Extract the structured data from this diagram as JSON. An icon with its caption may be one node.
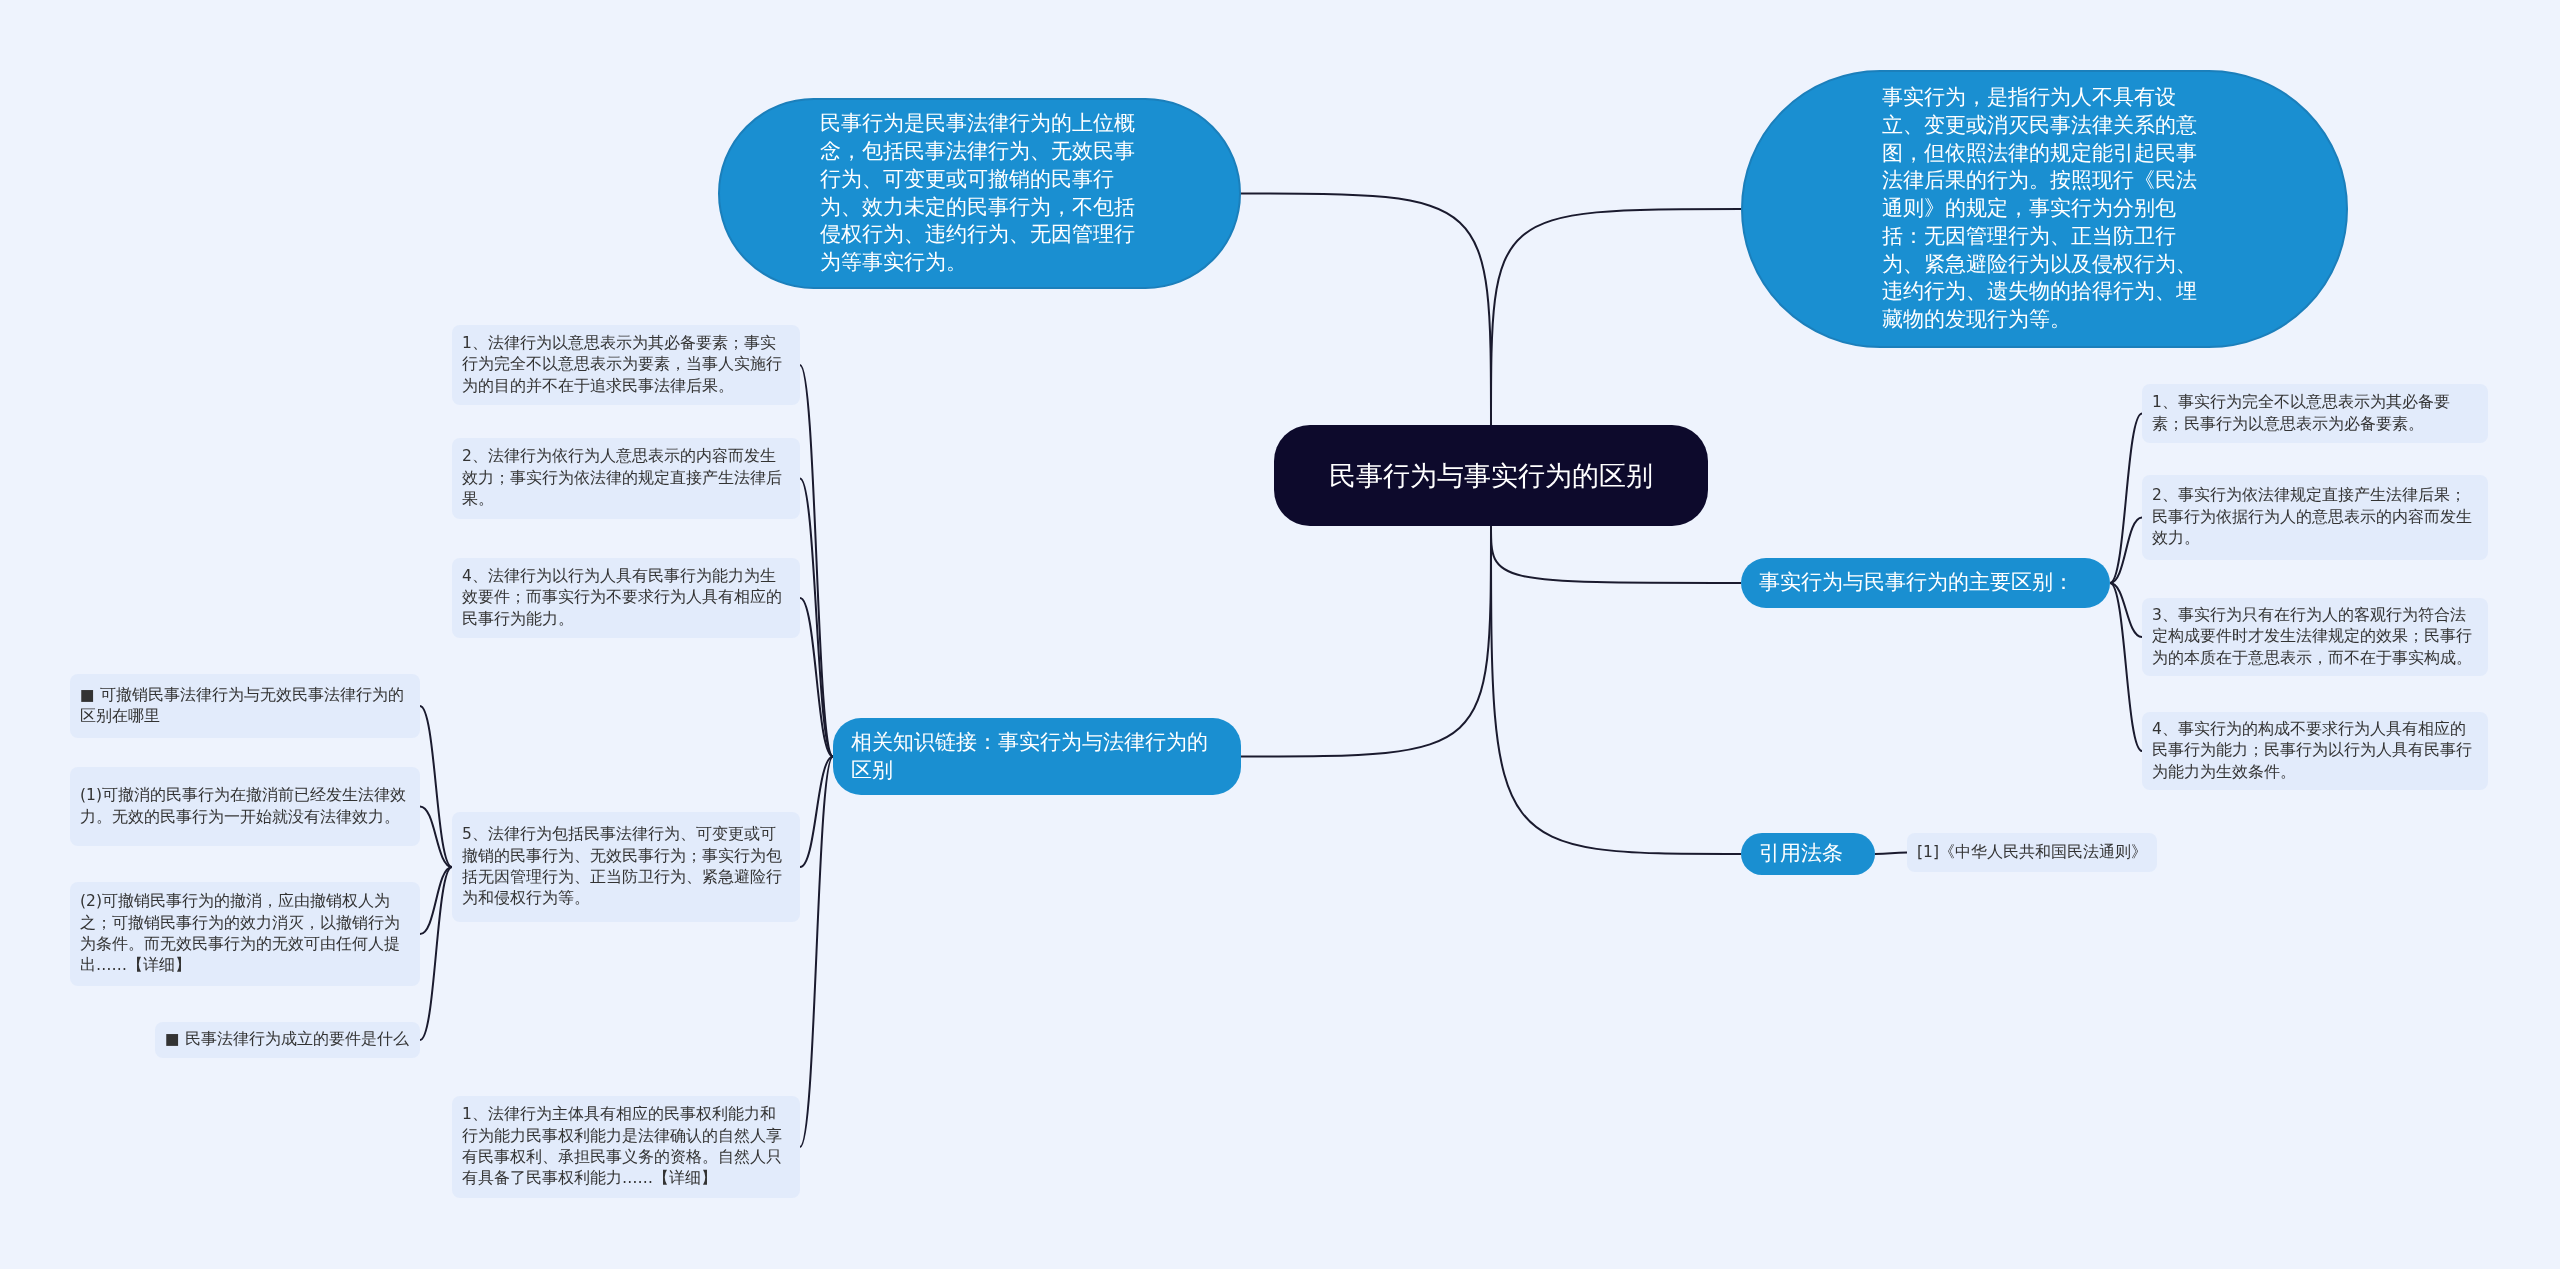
{
  "diagram": {
    "nodes": [
      {
        "text": [
          "民事行为与事实行为的区别"
        ]
      },
      {
        "text": [
          "民事行为是民事法律行为的上位概念，包括民事法律行为、无效民事行为、可变更或可撤销的民事行为、效力未定的民事行为，不包括侵权行为、违约行为、无因管理行为等事实行为。"
        ]
      },
      {
        "text": [
          "事实行为，是指行为人不具有设立、变更或消灭民事法律关系的意图，但依照法律的规定能引起民事法律后果的行为。按照现行《民法通则》的规定，事实行为分别包括：无因管理行为、正当防卫行为、紧急避险行为以及侵权行为、违约行为、遗失物的拾得行为、埋藏物的发现行为等。"
        ]
      },
      {
        "text": [
          "相关知识链接：事实行为与法律行为的区别"
        ]
      },
      {
        "text": [
          "事实行为与民事行为的主要区别："
        ]
      },
      {
        "text": [
          "引用法条"
        ]
      },
      {
        "text": [
          "1、法律行为以意思表示为其必备要素；事实行为完全不以意思表示为要素，当事人实施行为的目的并不在于追求民事法律后果。"
        ]
      },
      {
        "text": [
          "2、法律行为依行为人意思表示的内容而发生效力；事实行为依法律的规定直接产生法律后果。"
        ]
      },
      {
        "text": [
          "4、法律行为以行为人具有民事行为能力为生效要件；而事实行为不要求行为人具有相应的民事行为能力。"
        ]
      },
      {
        "text": [
          "5、法律行为包括民事法律行为、可变更或可撤销的民事行为、无效民事行为；事实行为包括无因管理行为、正当防卫行为、紧急避险行为和侵权行为等。"
        ]
      },
      {
        "text": [
          "1、法律行为主体具有相应的民事权利能力和行为能力民事权利能力是法律确认的自然人享有民事权利、承担民事义务的资格。自然人只有具备了民事权利能力……【详细】"
        ]
      },
      {
        "text": [
          "■ 可撤销民事法律行为与无效民事法律行为的区别在哪里"
        ]
      },
      {
        "text": [
          "(1)可撤消的民事行为在撤消前已经发生法律效力。无效的民事行为一开始就没有法律效力。"
        ]
      },
      {
        "text": [
          "(2)可撤销民事行为的撤消，应由撤销权人为之；可撤销民事行为的效力消灭，以撤销行为为条件。而无效民事行为的无效可由任何人提出……【详细】"
        ]
      },
      {
        "text": [
          "■ 民事法律行为成立的要件是什么"
        ]
      },
      {
        "text": [
          "1、事实行为完全不以意思表示为其必备要素；民事行为以意思表示为必备要素。"
        ]
      },
      {
        "text": [
          "2、事实行为依法律规定直接产生法律后果；民事行为依据行为人的意思表示的内容而发生效力。"
        ]
      },
      {
        "text": [
          "3、事实行为只有在行为人的客观行为符合法定构成要件时才发生法律规定的效果；民事行为的本质在于意思表示，而不在于事实构成。"
        ]
      },
      {
        "text": [
          "4、事实行为的构成不要求行为人具有相应的民事行为能力；民事行为以行为人具有民事行为能力为生效条件。"
        ]
      },
      {
        "text": [
          "[1]《中华人民共和国民法通则》"
        ]
      }
    ],
    "edges": [
      {
        "from": 0,
        "to": 1,
        "arrow": "none"
      },
      {
        "from": 0,
        "to": 2,
        "arrow": "none"
      },
      {
        "from": 0,
        "to": 3,
        "arrow": "none"
      },
      {
        "from": 0,
        "to": 4,
        "arrow": "none"
      },
      {
        "from": 0,
        "to": 5,
        "arrow": "none"
      },
      {
        "from": 3,
        "to": 6,
        "arrow": "none"
      },
      {
        "from": 3,
        "to": 7,
        "arrow": "none"
      },
      {
        "from": 3,
        "to": 8,
        "arrow": "none"
      },
      {
        "from": 3,
        "to": 9,
        "arrow": "none"
      },
      {
        "from": 3,
        "to": 10,
        "arrow": "none"
      },
      {
        "from": 9,
        "to": 11,
        "arrow": "none"
      },
      {
        "from": 9,
        "to": 12,
        "arrow": "none"
      },
      {
        "from": 9,
        "to": 13,
        "arrow": "none"
      },
      {
        "from": 9,
        "to": 14,
        "arrow": "none"
      },
      {
        "from": 4,
        "to": 15,
        "arrow": "none"
      },
      {
        "from": 4,
        "to": 16,
        "arrow": "none"
      },
      {
        "from": 4,
        "to": 17,
        "arrow": "none"
      },
      {
        "from": 4,
        "to": 18,
        "arrow": "none"
      },
      {
        "from": 5,
        "to": 19,
        "arrow": "none"
      }
    ]
  }
}
